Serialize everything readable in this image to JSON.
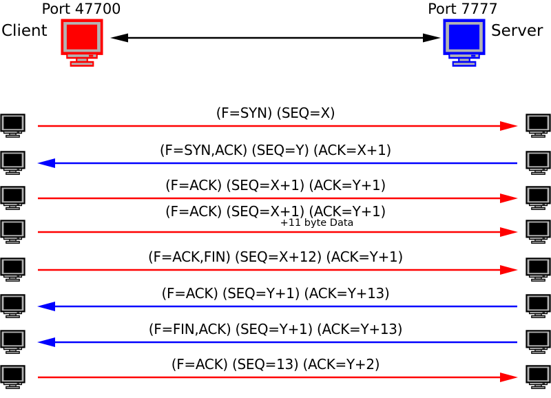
{
  "header": {
    "client_port": "Port 47700",
    "client_name": "Client",
    "server_port": "Port 7777",
    "server_name": "Server"
  },
  "colors": {
    "client": "#ff0000",
    "server": "#0000ff",
    "link": "#000000"
  },
  "icons": {
    "client_monitor": "monitor-icon",
    "server_monitor": "monitor-icon",
    "host_monitor": "monitor-icon"
  },
  "messages": [
    {
      "label": "(F=SYN) (SEQ=X)",
      "from": "client",
      "to": "server",
      "color": "#ff0000"
    },
    {
      "label": "(F=SYN,ACK) (SEQ=Y) (ACK=X+1)",
      "from": "server",
      "to": "client",
      "color": "#0000ff"
    },
    {
      "label": "(F=ACK) (SEQ=X+1) (ACK=Y+1)",
      "from": "client",
      "to": "server",
      "color": "#ff0000"
    },
    {
      "label": "(F=ACK) (SEQ=X+1) (ACK=Y+1)",
      "note": "+11 byte Data",
      "from": "client",
      "to": "server",
      "color": "#ff0000"
    },
    {
      "label": "(F=ACK,FIN) (SEQ=X+12) (ACK=Y+1)",
      "from": "client",
      "to": "server",
      "color": "#ff0000"
    },
    {
      "label": "(F=ACK) (SEQ=Y+1) (ACK=Y+13)",
      "from": "server",
      "to": "client",
      "color": "#0000ff"
    },
    {
      "label": "(F=FIN,ACK) (SEQ=Y+1) (ACK=Y+13)",
      "from": "server",
      "to": "client",
      "color": "#0000ff"
    },
    {
      "label": "(F=ACK) (SEQ=13) (ACK=Y+2)",
      "from": "client",
      "to": "server",
      "color": "#ff0000"
    }
  ]
}
